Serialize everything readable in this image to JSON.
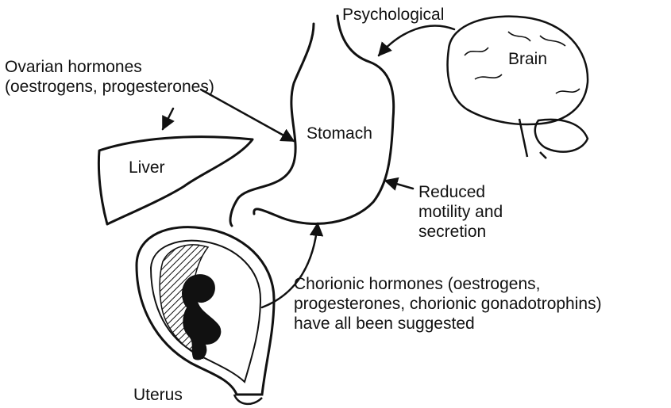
{
  "labels": {
    "psychological": "Psychological",
    "brain": "Brain",
    "ovarian": [
      "Ovarian hormones",
      "(oestrogens, progesterones)"
    ],
    "stomach": "Stomach",
    "liver": "Liver",
    "reduced": [
      "Reduced",
      "motility and",
      "secretion"
    ],
    "chorionic": [
      "Chorionic hormones (oestrogens,",
      "progesterones, chorionic gonadotrophins)",
      "have all been suggested"
    ],
    "uterus": "Uterus"
  },
  "colors": {
    "ink": "#111111",
    "background": "#ffffff"
  }
}
